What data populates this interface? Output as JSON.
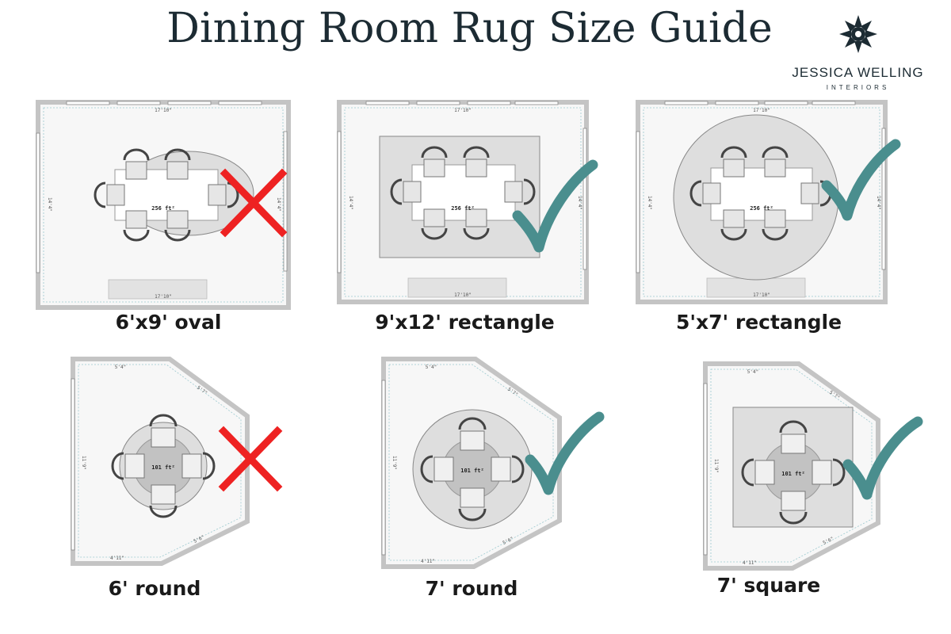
{
  "title": "Dining Room Rug Size Guide",
  "logo": {
    "name": "JESSICA WELLING",
    "sub": "INTERIORS",
    "icon": "starburst-icon"
  },
  "colors": {
    "check": "#4a8e8e",
    "cross": "#ee2222",
    "wall": "#c4c4c4",
    "rug": "#dedede"
  },
  "layouts": [
    {
      "caption": "6'x9' oval",
      "verdict": "cross",
      "area": "256 ft²",
      "dims": [
        "17'10\"",
        "17'10\"",
        "14'4\"",
        "14'4\""
      ]
    },
    {
      "caption": "9'x12' rectangle",
      "verdict": "check",
      "area": "256 ft²",
      "dims": [
        "17'10\"",
        "17'10\"",
        "14'4\"",
        "14'4\""
      ]
    },
    {
      "caption": "5'x7' rectangle",
      "verdict": "check",
      "area": "256 ft²",
      "dims": [
        "17'10\"",
        "17'10\"",
        "14'4\"",
        "14'4\""
      ]
    },
    {
      "caption": "6' round",
      "verdict": "cross",
      "area": "101 ft²",
      "dims": [
        "5'4\"",
        "5'7\"",
        "11'9\"",
        "4'11\"",
        "5'6\""
      ]
    },
    {
      "caption": "7' round",
      "verdict": "check",
      "area": "101 ft²",
      "dims": [
        "5'4\"",
        "5'7\"",
        "11'9\"",
        "4'11\"",
        "5'6\""
      ]
    },
    {
      "caption": "7' square",
      "verdict": "check",
      "area": "101 ft²",
      "dims": [
        "5'4\"",
        "5'7\"",
        "11'9\"",
        "4'11\"",
        "5'6\""
      ]
    }
  ]
}
